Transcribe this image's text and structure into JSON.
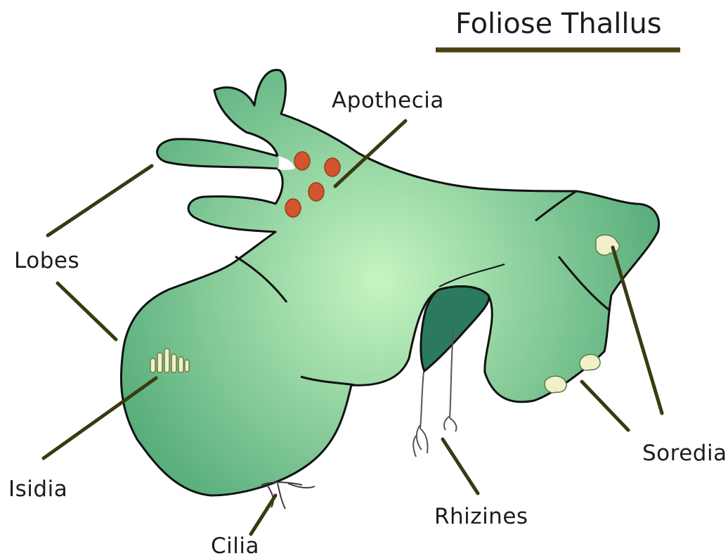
{
  "title": "Foliose Thallus",
  "labels": {
    "apothecia": "Apothecia",
    "lobes": "Lobes",
    "isidia": "Isidia",
    "cilia": "Cilia",
    "rhizines": "Rhizines",
    "soredia": "Soredia"
  },
  "colors": {
    "thallus_center": "#c6f5c2",
    "thallus_edge": "#4fa876",
    "thallus_outline": "#111111",
    "under_lobe": "#2b7a5e",
    "apothecia_fill": "#d2552f",
    "leader_line": "#3a3a10",
    "title_rule": "#4a4210",
    "structure_detail": "#f1f1c8"
  }
}
